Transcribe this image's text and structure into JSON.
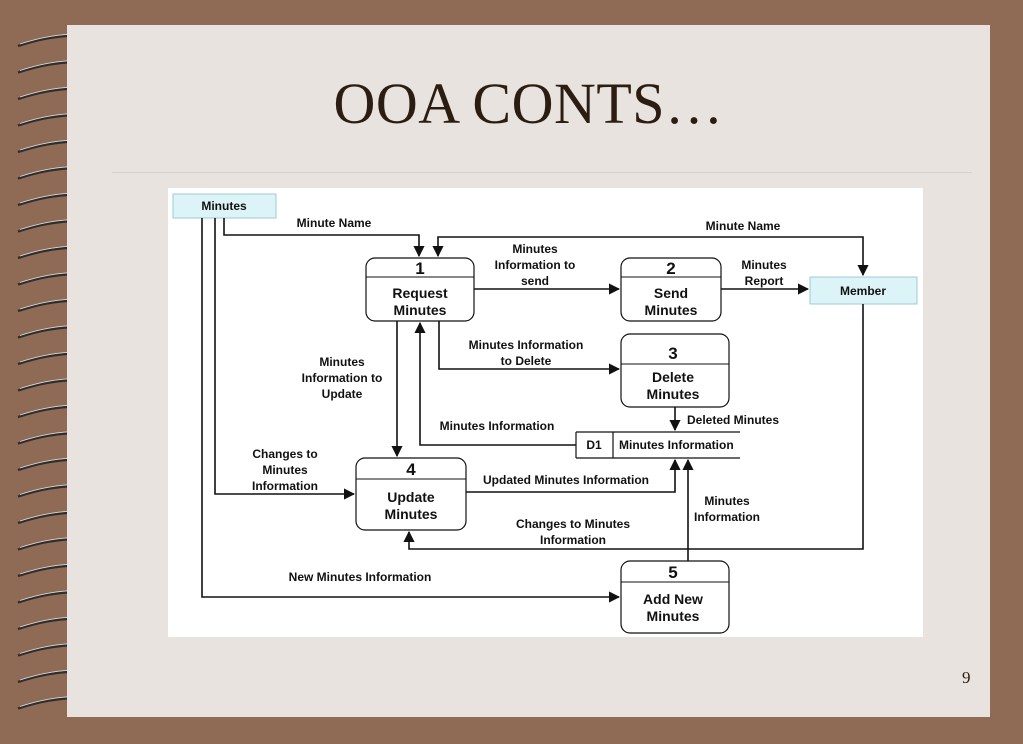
{
  "slide": {
    "title": "OOA CONTS…",
    "page_number": "9"
  },
  "diagram": {
    "external_entities": [
      {
        "id": "minutes",
        "label": "Minutes"
      },
      {
        "id": "member",
        "label": "Member"
      }
    ],
    "processes": [
      {
        "id": "1",
        "number": "1",
        "name_lines": [
          "Request",
          "Minutes"
        ]
      },
      {
        "id": "2",
        "number": "2",
        "name_lines": [
          "Send",
          "Minutes"
        ]
      },
      {
        "id": "3",
        "number": "3",
        "name_lines": [
          "Delete",
          "Minutes"
        ]
      },
      {
        "id": "4",
        "number": "4",
        "name_lines": [
          "Update",
          "Minutes"
        ]
      },
      {
        "id": "5",
        "number": "5",
        "name_lines": [
          "Add New",
          "Minutes"
        ]
      }
    ],
    "data_store": {
      "id": "D1",
      "label": "Minutes Information"
    },
    "flows": [
      {
        "id": "minute-name-left",
        "lines": [
          "Minute Name"
        ]
      },
      {
        "id": "minute-name-right",
        "lines": [
          "Minute Name"
        ]
      },
      {
        "id": "info-to-send",
        "lines": [
          "Minutes",
          "Information to",
          "send"
        ]
      },
      {
        "id": "minutes-report",
        "lines": [
          "Minutes",
          "Report"
        ]
      },
      {
        "id": "info-to-delete",
        "lines": [
          "Minutes Information",
          "to Delete"
        ]
      },
      {
        "id": "info-to-update",
        "lines": [
          "Minutes",
          "Information to",
          "Update"
        ]
      },
      {
        "id": "minutes-information",
        "lines": [
          "Minutes Information"
        ]
      },
      {
        "id": "deleted-minutes",
        "lines": [
          "Deleted Minutes"
        ]
      },
      {
        "id": "changes-left",
        "lines": [
          "Changes to",
          "Minutes",
          "Information"
        ]
      },
      {
        "id": "updated-info",
        "lines": [
          "Updated Minutes Information"
        ]
      },
      {
        "id": "minutes-info-right",
        "lines": [
          "Minutes",
          "Information"
        ]
      },
      {
        "id": "changes-bottom",
        "lines": [
          "Changes to Minutes",
          "Information"
        ]
      },
      {
        "id": "new-info",
        "lines": [
          "New Minutes Information"
        ]
      }
    ]
  }
}
